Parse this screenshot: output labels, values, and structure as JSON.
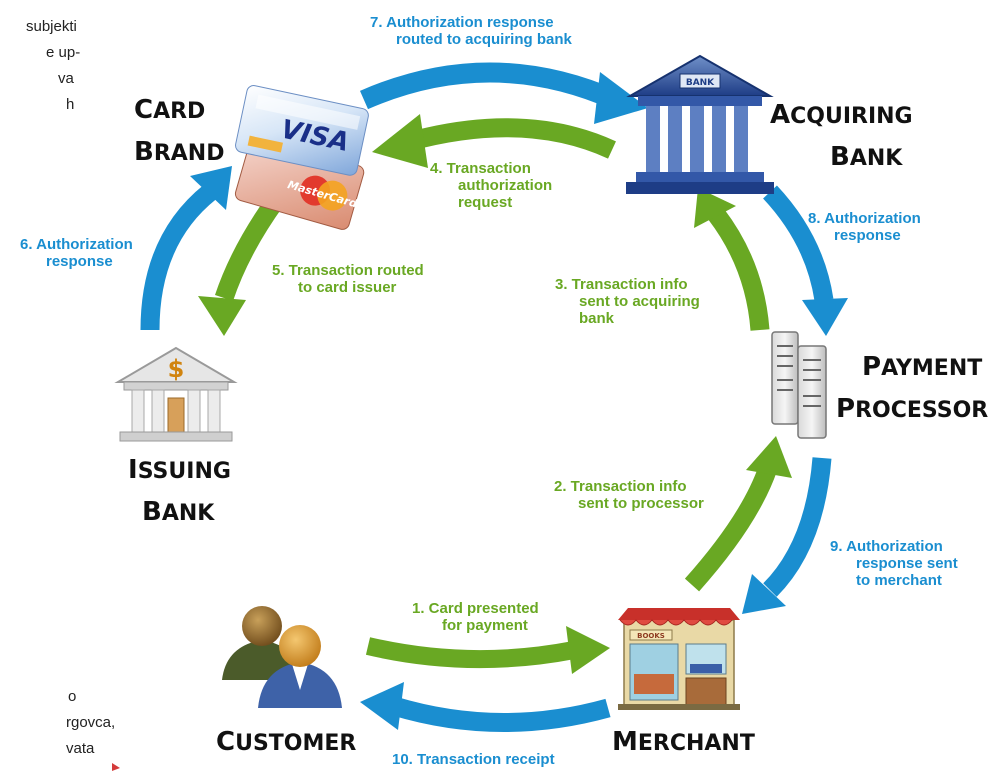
{
  "clipped_text": {
    "top_left": [
      "subjekti",
      "e up-",
      "va",
      "h"
    ],
    "bottom_left": [
      "o",
      "rgovca,",
      "vata"
    ]
  },
  "nodes": {
    "card_brand": [
      "Card",
      "Brand"
    ],
    "acquiring_bank": [
      "Acquiring",
      "Bank"
    ],
    "payment_processor": [
      "Payment",
      "Processor"
    ],
    "issuing_bank": [
      "Issuing",
      "Bank"
    ],
    "customer": [
      "Customer"
    ],
    "merchant": [
      "Merchant"
    ]
  },
  "bank_sign": "BANK",
  "shop_sign": "BOOKS",
  "card_logos": {
    "visa": "VISA",
    "mastercard": "MasterCard"
  },
  "steps": [
    {
      "id": "s1",
      "lines": [
        "1.  Card presented",
        "for payment"
      ],
      "color": "green"
    },
    {
      "id": "s2",
      "lines": [
        "2.  Transaction info",
        "sent to processor"
      ],
      "color": "green"
    },
    {
      "id": "s3",
      "lines": [
        "3.  Transaction info",
        "sent to acquiring",
        "bank"
      ],
      "color": "green"
    },
    {
      "id": "s4",
      "lines": [
        "4.  Transaction",
        "authorization",
        "request"
      ],
      "color": "green"
    },
    {
      "id": "s5",
      "lines": [
        "5.  Transaction routed",
        "to card issuer"
      ],
      "color": "green"
    },
    {
      "id": "s6",
      "lines": [
        "6.  Authorization",
        "response"
      ],
      "color": "blue"
    },
    {
      "id": "s7",
      "lines": [
        "7.  Authorization response",
        "routed to acquiring bank"
      ],
      "color": "blue"
    },
    {
      "id": "s8",
      "lines": [
        "8.  Authorization",
        "response"
      ],
      "color": "blue"
    },
    {
      "id": "s9",
      "lines": [
        "9.  Authorization",
        "response sent",
        "to merchant"
      ],
      "color": "blue"
    },
    {
      "id": "s10",
      "lines": [
        "10.  Transaction receipt"
      ],
      "color": "blue"
    }
  ],
  "colors": {
    "blue_arrow": "#1a8ed0",
    "green_arrow": "#69a823",
    "label_blue": "#1a8ed0",
    "label_green": "#69a823",
    "node_text": "#111111"
  }
}
